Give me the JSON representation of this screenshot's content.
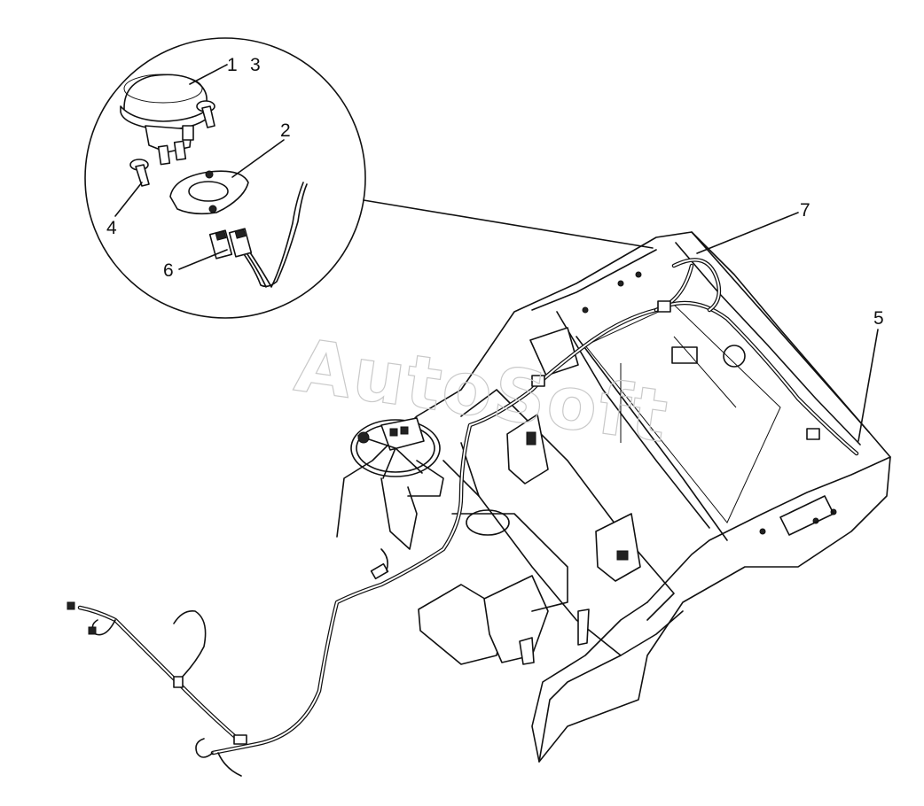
{
  "watermark": "AutoSoft",
  "callouts": [
    {
      "id": "c1",
      "label": "1"
    },
    {
      "id": "c3",
      "label": "3"
    },
    {
      "id": "c2",
      "label": "2"
    },
    {
      "id": "c4",
      "label": "4"
    },
    {
      "id": "c6",
      "label": "6"
    },
    {
      "id": "c7",
      "label": "7"
    },
    {
      "id": "c5",
      "label": "5"
    }
  ]
}
